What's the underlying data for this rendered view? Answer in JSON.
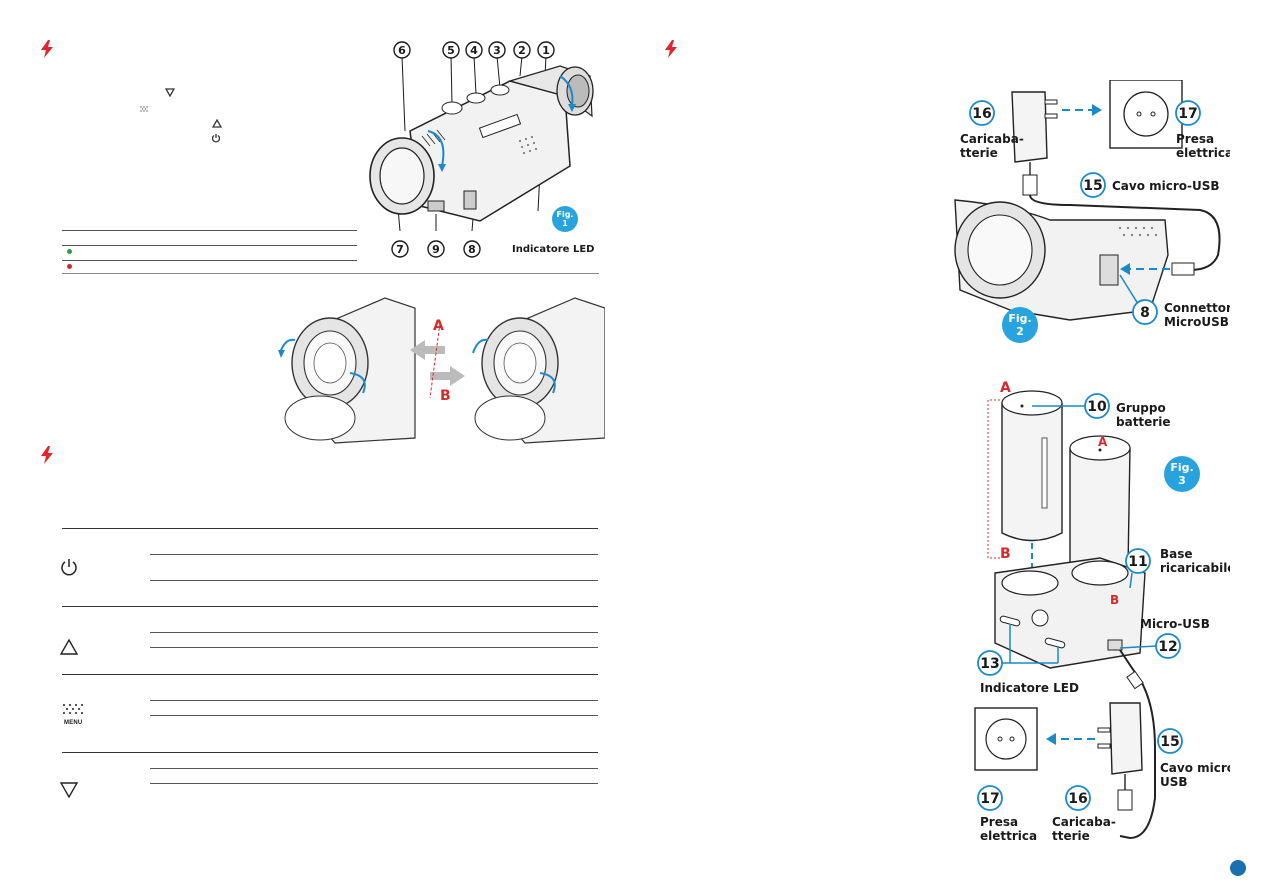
{
  "left_page": {
    "fig1": {
      "badge": [
        "Fig.",
        "1"
      ],
      "callouts": [
        "6",
        "5",
        "4",
        "3",
        "2",
        "1",
        "7",
        "9",
        "8"
      ],
      "led_label": "Indicatore LED"
    },
    "lens_fig": {
      "label_a": "A",
      "label_b": "B"
    },
    "small_icons": [
      "down-triangle",
      "menu-dots",
      "up-triangle",
      "power"
    ],
    "led_table_dots": [
      "#2e9e4a",
      "#d62a2a"
    ]
  },
  "right_page": {
    "fig2": {
      "badge": [
        "Fig.",
        "2"
      ],
      "c16": "16",
      "c17": "17",
      "c15": "15",
      "c8": "8",
      "charger_label_1": "Caricaba-",
      "charger_label_2": "tterie",
      "outlet_label_1": "Presa",
      "outlet_label_2": "elettrica",
      "cable_label": "Cavo micro-USB",
      "connector_label_1": "Connettore",
      "connector_label_2": "MicroUSB"
    },
    "fig3": {
      "badge": [
        "Fig.",
        "3"
      ],
      "c10": "10",
      "c11": "11",
      "c12": "12",
      "c13": "13",
      "c15": "15",
      "c16": "16",
      "c17": "17",
      "label_a": "A",
      "label_b": "B",
      "battery_label_1": "Gruppo",
      "battery_label_2": "batterie",
      "base_label_1": "Base",
      "base_label_2": "ricaricabile",
      "micro_usb": "Micro-USB",
      "led_label": "Indicatore LED",
      "cable_label_1": "Cavo micro-",
      "cable_label_2": "USB",
      "outlet_label_1": "Presa",
      "outlet_label_2": "elettrica",
      "charger_label_1": "Caricaba-",
      "charger_label_2": "tterie"
    }
  },
  "table_icons": [
    "power-icon",
    "up-triangle-icon",
    "menu-icon",
    "down-triangle-icon"
  ],
  "menu_word": "MENU",
  "colors": {
    "accent_red": "#e0262b",
    "accent_blue": "#1a8ac8",
    "badge_blue": "#29a3dd"
  }
}
